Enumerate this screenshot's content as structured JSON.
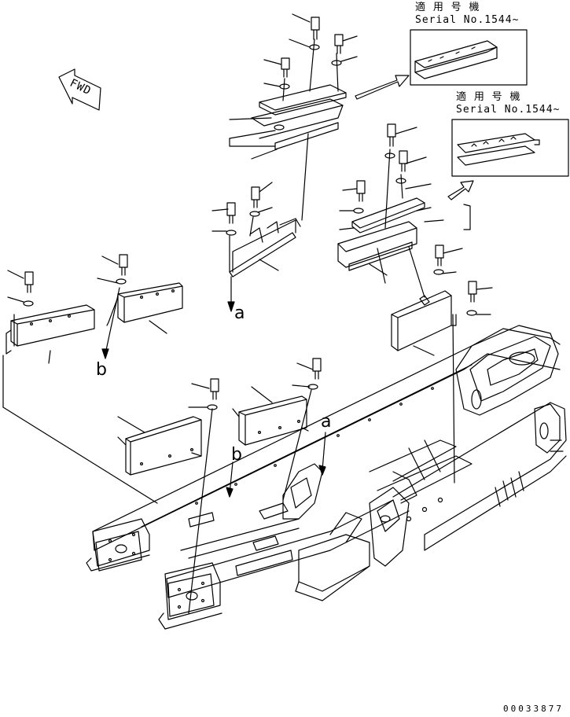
{
  "inset_top": {
    "applicable_label": "適 用 号 機",
    "serial_label": "Serial No.1544~"
  },
  "inset_right": {
    "applicable_label": "適 用 号 機",
    "serial_label": "Serial No.1544~"
  },
  "fwd_label": "FWD",
  "view_markers": {
    "a_upper": "a",
    "b_left": "b",
    "a_lower": "a",
    "b_lower": "b"
  },
  "drawing_number": "00033877"
}
